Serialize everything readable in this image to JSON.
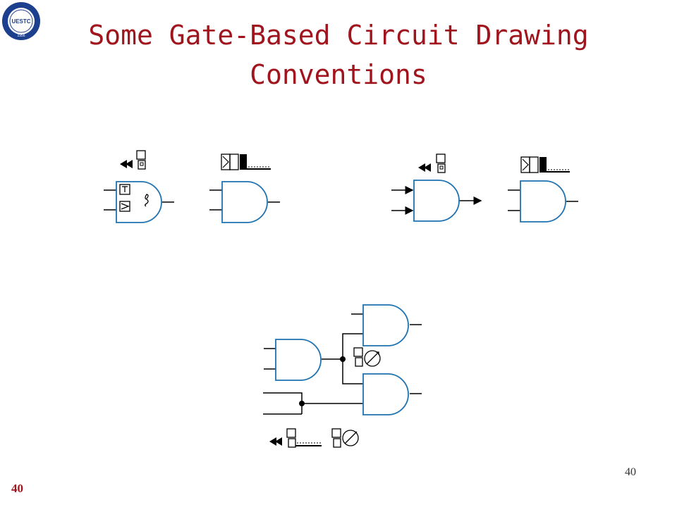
{
  "slide": {
    "title_line1": "Some Gate-Based Circuit Drawing",
    "title_line2": "Conventions",
    "page_number": "40",
    "slide_number": "40"
  },
  "logo": {
    "text": "UESTC",
    "year": "1956"
  },
  "colors": {
    "title": "#a0151d",
    "gate_outline": "#1f72b0",
    "wire": "#000000"
  }
}
